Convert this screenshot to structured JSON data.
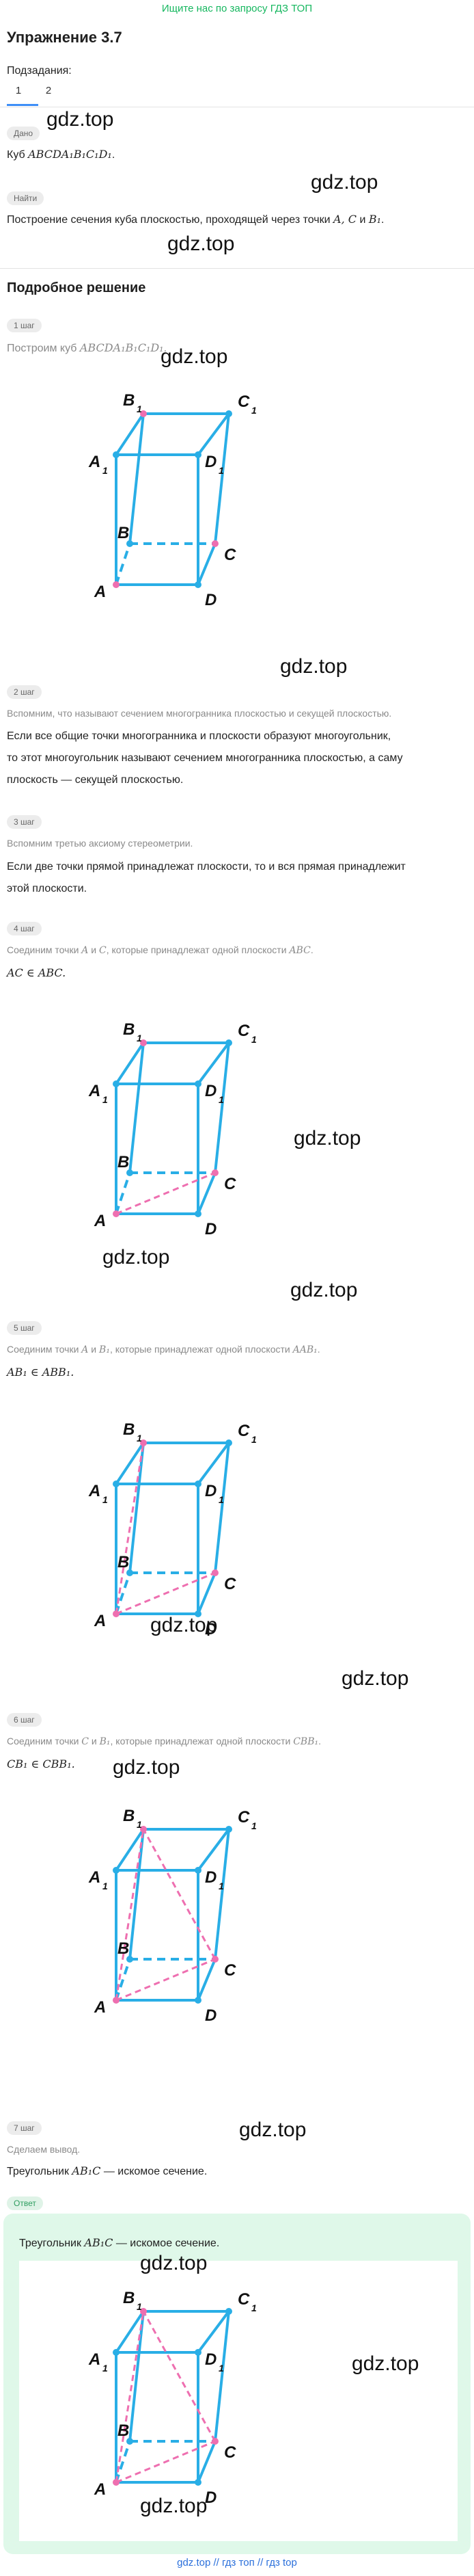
{
  "header": {
    "top_link": "Ищите нас по запросу ГДЗ ТОП"
  },
  "exercise": {
    "title": "Упражнение 3.7",
    "subtasks_label": "Подзадания:",
    "tabs": [
      "1",
      "2"
    ]
  },
  "given": {
    "label": "Дано",
    "prefix": "Куб ",
    "cube": "ABCDA₁B₁C₁D₁",
    "suffix": "."
  },
  "find": {
    "label": "Найти",
    "text": "Построение сечения куба плоскостью, проходящей через точки ",
    "points": "A, C",
    "and": " и ",
    "last_point": "B₁",
    "end": "."
  },
  "solution": {
    "title": "Подробное решение",
    "steps": [
      {
        "label": "1 шаг",
        "text_prefix": "Построим куб ",
        "text_math": "ABCDA₁B₁C₁D₁",
        "text_suffix": "."
      },
      {
        "label": "2 шаг",
        "note": "Вспомним, что называют сечением многогранника плоскостью и секущей плоскостью.",
        "line1": "Если все общие точки многогранника и плоскости образуют многоугольник,",
        "line2": "то этот многоугольник называют сечением многогранника плоскостью, а саму",
        "line3": "плоскость — секущей плоскостью."
      },
      {
        "label": "3 шаг",
        "note": "Вспомним третью аксиому стереометрии.",
        "line1": "Если две точки прямой принадлежат плоскости, то и вся прямая принадлежит",
        "line2": "этой плоскости."
      },
      {
        "label": "4 шаг",
        "note_a": "Соединим точки ",
        "note_pts": "A",
        "note_and": " и ",
        "note_pts2": "C",
        "note_b": ", которые принадлежат одной плоскости ",
        "note_plane": "ABC",
        "note_end": ".",
        "formula": "AC ∈ ABC."
      },
      {
        "label": "5 шаг",
        "note_a": "Соединим точки ",
        "note_pts": "A",
        "note_and": " и ",
        "note_pts2": "B₁",
        "note_b": ", которые принадлежат одной плоскости ",
        "note_plane": "AAB₁",
        "note_end": ".",
        "formula": "AB₁ ∈ ABB₁."
      },
      {
        "label": "6 шаг",
        "note_a": "Соединим точки ",
        "note_pts": "C",
        "note_and": " и ",
        "note_pts2": "B₁",
        "note_b": ", которые принадлежат одной плоскости ",
        "note_plane": "CBB₁",
        "note_end": ".",
        "formula": "CB₁ ∈ CBB₁."
      },
      {
        "label": "7 шаг",
        "note": "Сделаем вывод.",
        "text_prefix": "Треугольник ",
        "text_math": "AB₁C",
        "text_suffix": " — искомое сечение."
      }
    ]
  },
  "answer": {
    "label": "Ответ",
    "text_prefix": "Треугольник ",
    "text_math": "AB₁C",
    "text_suffix": " — искомое сечение."
  },
  "cube_labels": {
    "A": "A",
    "B": "B",
    "C": "C",
    "D": "D",
    "A1": "A",
    "B1": "B",
    "C1": "C",
    "D1": "D",
    "sub": "1"
  },
  "watermark": "gdz.top",
  "footer": {
    "text": "gdz.top  //  гдз топ  //  гдз top"
  },
  "colors": {
    "cube_edge": "#29aee6",
    "section_line": "#ee6fb0",
    "point": "#ee6fb0",
    "link": "#16b75f",
    "answer_bg": "#dff8e9"
  }
}
